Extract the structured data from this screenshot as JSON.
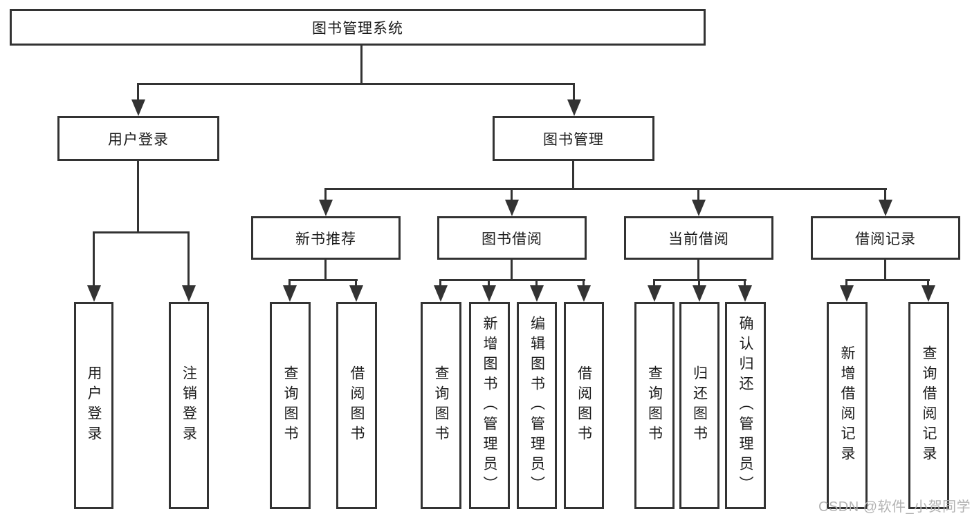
{
  "diagram_type": "hierarchy-tree",
  "tree": {
    "label": "图书管理系统",
    "children": [
      {
        "label": "用户登录",
        "children": [
          {
            "label": "用户登录"
          },
          {
            "label": "注销登录"
          }
        ]
      },
      {
        "label": "图书管理",
        "children": [
          {
            "label": "新书推荐",
            "children": [
              {
                "label": "查询图书"
              },
              {
                "label": "借阅图书"
              }
            ]
          },
          {
            "label": "图书借阅",
            "children": [
              {
                "label": "查询图书"
              },
              {
                "label": "新增图书（管理员）"
              },
              {
                "label": "编辑图书（管理员）"
              },
              {
                "label": "借阅图书"
              }
            ]
          },
          {
            "label": "当前借阅",
            "children": [
              {
                "label": "查询图书"
              },
              {
                "label": "归还图书"
              },
              {
                "label": "确认归还（管理员）"
              }
            ]
          },
          {
            "label": "借阅记录",
            "children": [
              {
                "label": "新增借阅记录"
              },
              {
                "label": "查询借阅记录"
              }
            ]
          }
        ]
      }
    ]
  },
  "watermark": {
    "text": "CSDN @软件_小贺同学"
  },
  "colors": {
    "line": "#333333",
    "text": "#1b1b1b",
    "box_fill": "#ffffff",
    "watermark": "#b3b3b3",
    "background": "#ffffff"
  }
}
